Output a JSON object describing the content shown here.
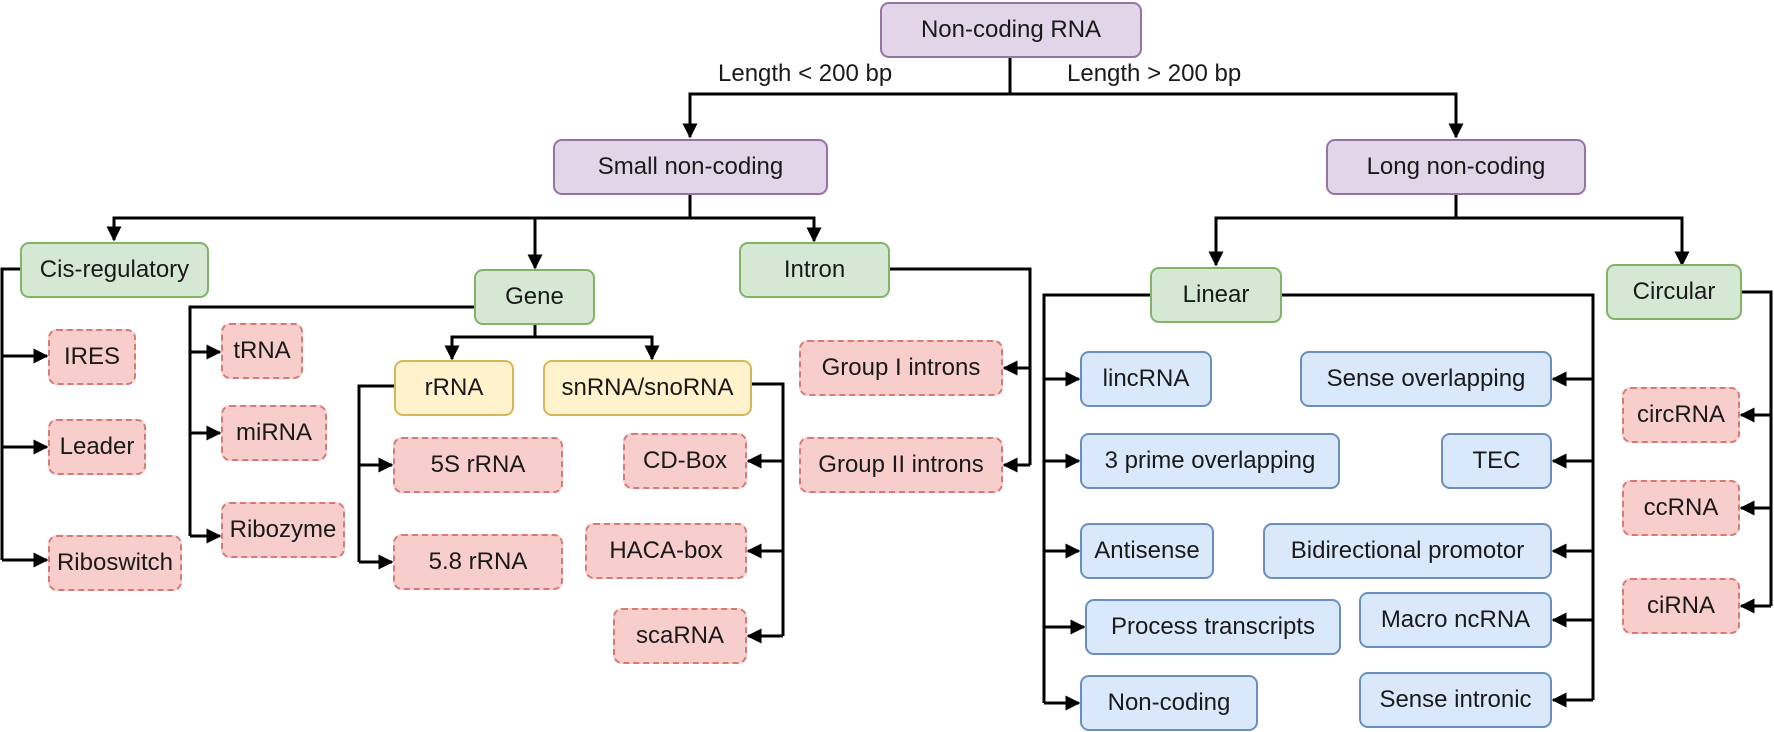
{
  "root": {
    "label": "Non-coding RNA"
  },
  "edge_labels": {
    "short": "Length < 200 bp",
    "long": "Length > 200 bp"
  },
  "small": {
    "label": "Small non-coding",
    "cis": {
      "label": "Cis-regulatory",
      "children": [
        "IRES",
        "Leader",
        "Riboswitch"
      ]
    },
    "gene": {
      "label": "Gene",
      "direct_children": [
        "tRNA",
        "miRNA",
        "Ribozyme"
      ],
      "rrna": {
        "label": "rRNA",
        "children": [
          "5S rRNA",
          "5.8 rRNA"
        ]
      },
      "snrna": {
        "label": "snRNA/snoRNA",
        "children": [
          "CD-Box",
          "HACA-box",
          "scaRNA"
        ]
      }
    },
    "intron": {
      "label": "Intron",
      "children": [
        "Group I introns",
        "Group II introns"
      ]
    }
  },
  "long": {
    "label": "Long non-coding",
    "linear": {
      "label": "Linear",
      "left_children": [
        "lincRNA",
        "3 prime overlapping",
        "Antisense",
        "Process transcripts",
        "Non-coding"
      ],
      "right_children": [
        "Sense overlapping",
        "TEC",
        "Bidirectional promotor",
        "Macro ncRNA",
        "Sense intronic"
      ]
    },
    "circular": {
      "label": "Circular",
      "children": [
        "circRNA",
        "ccRNA",
        "ciRNA"
      ]
    }
  },
  "colors": {
    "root": "#e1d5e7",
    "category": "#d5e8d4",
    "subgroup": "#fff2cc",
    "small_leaf": "#f8cecc",
    "long_leaf": "#dae8fc",
    "connector": "#000000"
  }
}
